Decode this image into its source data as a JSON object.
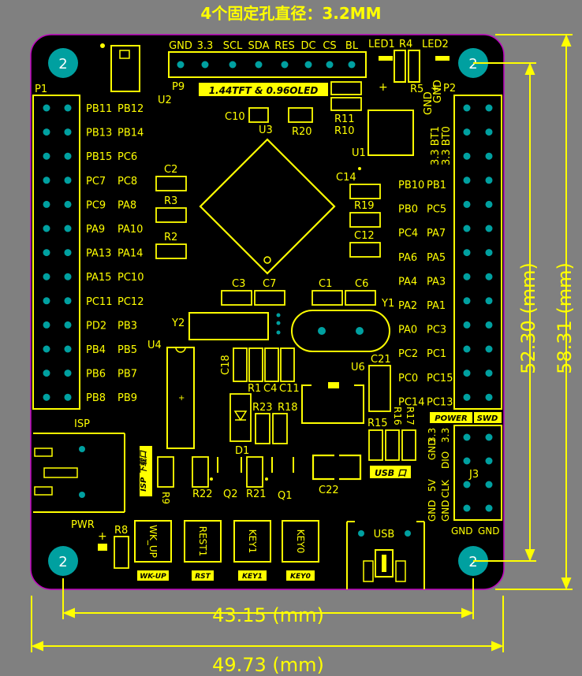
{
  "title": "4个固定孔直径：",
  "title_value": "3.2MM",
  "hole_label": "2",
  "tft_header": {
    "label": "P9",
    "pins": [
      "GND",
      "3.3",
      "SCL",
      "SDA",
      "RES",
      "DC",
      "CS",
      "BL"
    ],
    "banner": "1.44TFT & 0.96OLED"
  },
  "left_header": {
    "label": "P1",
    "left_col": [
      "PB11",
      "PB13",
      "PB15",
      "PC7",
      "PC9",
      "PA9",
      "PA13",
      "PA15",
      "PC11",
      "PD2",
      "PB4",
      "PB6",
      "PB8"
    ],
    "right_col": [
      "PB12",
      "PB14",
      "PC6",
      "PC8",
      "PA8",
      "PA10",
      "PA14",
      "PC10",
      "PC12",
      "PB3",
      "PB5",
      "PB7",
      "PB9"
    ]
  },
  "right_header": {
    "label": "P2",
    "top_labels": [
      "GND",
      "GND",
      "3.3 BT1",
      "3.3 BT0"
    ],
    "left_col": [
      "PB10",
      "PB0",
      "PC4",
      "PA6",
      "PA4",
      "PA2",
      "PA0",
      "PC2",
      "PC0",
      "PC14"
    ],
    "right_col": [
      "PB1",
      "PC5",
      "PA7",
      "PA5",
      "PA3",
      "PA1",
      "PC3",
      "PC1",
      "PC15",
      "PC13"
    ]
  },
  "swd": {
    "label": "J3",
    "tags": [
      "POWER",
      "SWD"
    ],
    "left_vertical": [
      "GND",
      "5V",
      "GND",
      "3.3"
    ],
    "right_vertical": [
      "GND",
      "CLK",
      "DIO",
      "3.3"
    ],
    "bottom": [
      "GND",
      "GND"
    ]
  },
  "components": {
    "u1": "U1",
    "u2": "U2",
    "u3": "U3",
    "u4": "U4",
    "u6": "U6",
    "y1": "Y1",
    "y2": "Y2",
    "d1": "D1",
    "c1": "C1",
    "c2": "C2",
    "c3": "C3",
    "c4": "C4",
    "c6": "C6",
    "c7": "C7",
    "c10": "C10",
    "c11": "C11",
    "c12": "C12",
    "c14": "C14",
    "c18": "C18",
    "c21": "C21",
    "c22": "C22",
    "r1": "R1",
    "r2": "R2",
    "r3": "R3",
    "r4": "R4",
    "r5": "R5",
    "r8": "R8",
    "r9": "R9",
    "r10": "R10",
    "r11": "R11",
    "r15": "R15",
    "r16": "R16",
    "r17": "R17",
    "r18": "R18",
    "r19": "R19",
    "r20": "R20",
    "r21": "R21",
    "r22": "R22",
    "r23": "R23",
    "q1": "Q1",
    "q2": "Q2",
    "led1": "LED1",
    "led2": "LED2",
    "isp": "ISP",
    "pwr": "PWR",
    "isp_tag": "ISP 下载口",
    "usb_tag": "USB 口",
    "usb": "USB"
  },
  "buttons": [
    {
      "label": "WK_UP",
      "tag": "WK-UP"
    },
    {
      "label": "REST1",
      "tag": "RST"
    },
    {
      "label": "KEY1",
      "tag": "KEY1"
    },
    {
      "label": "KEY0",
      "tag": "KEY0"
    }
  ],
  "dimensions": {
    "inner_height": "52.30 (mm)",
    "outer_height": "58.31 (mm)",
    "inner_width": "43.15 (mm)",
    "outer_width": "49.73 (mm)"
  },
  "colors": {
    "background": "#808080",
    "board": "#000000",
    "silkscreen": "#ffff00",
    "pad": "#00a0a0",
    "outline": "#c000c0"
  }
}
